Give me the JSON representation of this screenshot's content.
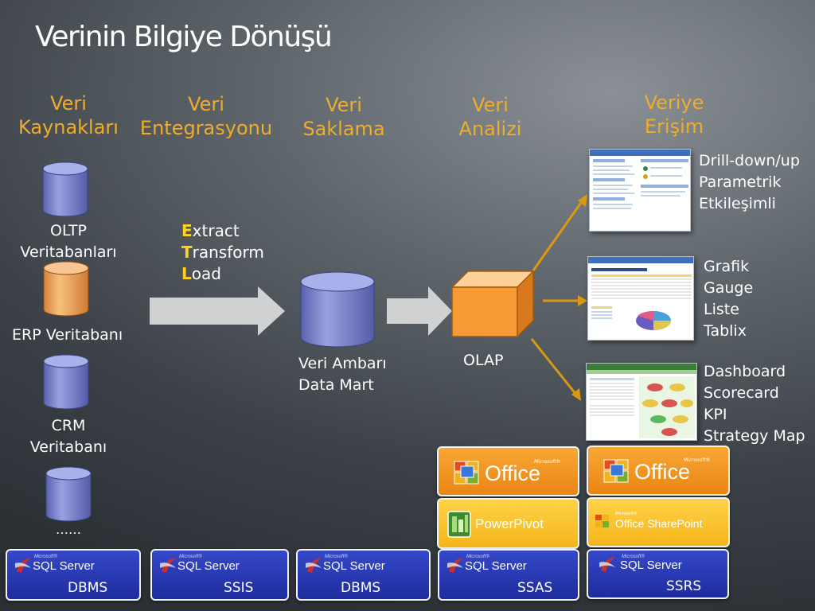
{
  "title": "Verinin Bilgiye Dönüşü",
  "columns": {
    "sources": [
      "Veri",
      "Kaynakları"
    ],
    "integration": [
      "Veri",
      "Entegrasyonu"
    ],
    "storage": [
      "Veri",
      "Saklama"
    ],
    "analysis": [
      "Veri",
      "Analizi"
    ],
    "access": [
      "Veriye",
      "Erişim"
    ]
  },
  "sources": {
    "oltp": [
      "OLTP",
      "Veritabanları"
    ],
    "erp": "ERP Veritabanı",
    "crm": [
      "CRM",
      "Veritabanı"
    ],
    "more": "……"
  },
  "etl": {
    "extract_initial": "E",
    "extract_rest": "xtract",
    "transform_initial": "T",
    "transform_rest": "ransform",
    "load_initial": "L",
    "load_rest": "oad"
  },
  "warehouse": [
    "Veri Ambarı",
    "Data Mart"
  ],
  "olap": "OLAP",
  "access_features": {
    "reports": [
      "Drill-down/up",
      "Parametrik",
      "Etkileşimli"
    ],
    "charts": [
      "Grafik",
      "Gauge",
      "Liste",
      "Tablix"
    ],
    "dashboards": [
      "Dashboard",
      "Scorecard",
      "KPI",
      "Strategy Map"
    ]
  },
  "products": {
    "office1": "Office",
    "office2": "Office",
    "office_ms": "Microsoft®",
    "powerpivot": "PowerPivot",
    "sharepoint": "Office SharePoint",
    "sharepoint_ms": "Microsoft®",
    "sql_title": "SQL Server",
    "sql_ms": "Microsoft®",
    "sql_boxes": [
      "DBMS",
      "SSIS",
      "DBMS",
      "SSAS",
      "SSRS"
    ]
  },
  "colors": {
    "heading": "#f0ad2a",
    "cylinder_blue": "#7f86cf",
    "cylinder_orange": "#efa55a",
    "arrow_gray": "#cfd1d3",
    "arrow_gold": "#d99a12",
    "sql_blue": "#2638b8",
    "office_orange": "#f29a24",
    "powerpivot_yellow": "#f9c52e"
  }
}
